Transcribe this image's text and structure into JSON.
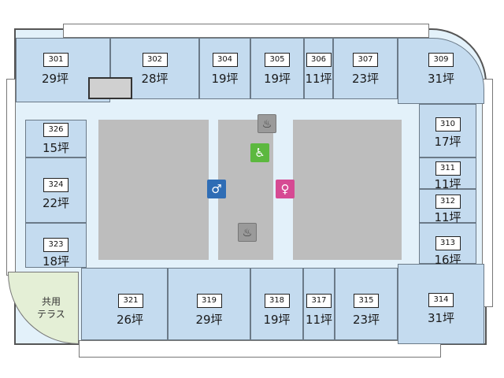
{
  "rooms": [
    {
      "number": "301",
      "area": "29坪"
    },
    {
      "number": "302",
      "area": "28坪"
    },
    {
      "number": "304",
      "area": "19坪"
    },
    {
      "number": "305",
      "area": "19坪"
    },
    {
      "number": "306",
      "area": "11坪"
    },
    {
      "number": "307",
      "area": "23坪"
    },
    {
      "number": "309",
      "area": "31坪"
    },
    {
      "number": "326",
      "area": "15坪"
    },
    {
      "number": "324",
      "area": "22坪"
    },
    {
      "number": "323",
      "area": "18坪"
    },
    {
      "number": "310",
      "area": "17坪"
    },
    {
      "number": "311",
      "area": "11坪"
    },
    {
      "number": "312",
      "area": "11坪"
    },
    {
      "number": "313",
      "area": "16坪"
    },
    {
      "number": "314",
      "area": "31坪"
    },
    {
      "number": "321",
      "area": "26坪"
    },
    {
      "number": "319",
      "area": "29坪"
    },
    {
      "number": "318",
      "area": "19坪"
    },
    {
      "number": "317",
      "area": "11坪"
    },
    {
      "number": "315",
      "area": "23坪"
    }
  ],
  "terrace": {
    "line1": "共用",
    "line2": "テラス"
  },
  "colors": {
    "room": "#c4dbef",
    "corridor": "#e3f1fa",
    "terrace": "#e4efd6",
    "accessible": "#5cb83f",
    "mens": "#2f6db5",
    "womens": "#d64a93"
  }
}
